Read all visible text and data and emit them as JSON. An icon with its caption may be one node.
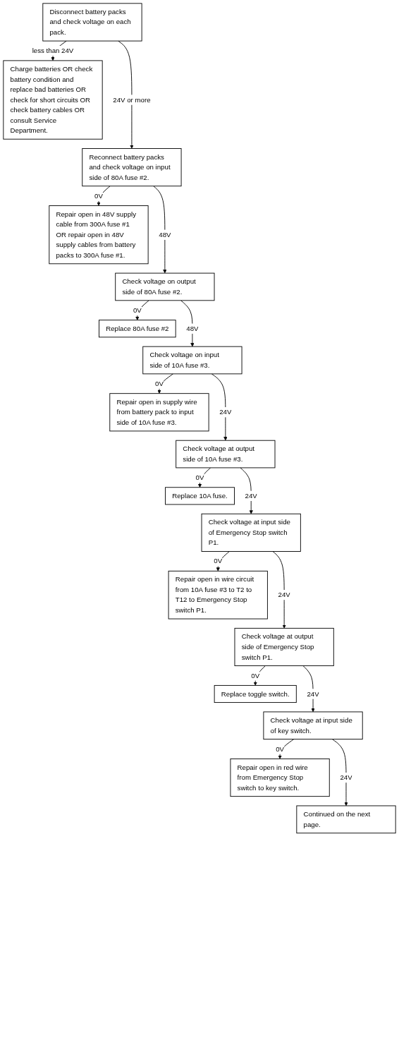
{
  "diagram": {
    "nodes": [
      {
        "text": [
          "Disconnect battery packs and check voltage on each pack."
        ]
      },
      {
        "text": [
          "Charge batteries OR check battery condition and replace bad batteries OR check for short circuits OR check battery cables OR consult Service Department."
        ]
      },
      {
        "text": [
          "Reconnect battery packs and check voltage on input side of 80A fuse #2."
        ]
      },
      {
        "text": [
          "Repair open in 48V supply cable from 300A fuse #1 OR repair open in 48V supply cables from battery packs to 300A fuse #1."
        ]
      },
      {
        "text": [
          "Check voltage on output side of 80A fuse #2."
        ]
      },
      {
        "text": [
          "Replace 80A fuse #2"
        ]
      },
      {
        "text": [
          "Check voltage on input side of 10A fuse #3."
        ]
      },
      {
        "text": [
          "Repair open in supply wire from battery pack to input side of 10A fuse #3."
        ]
      },
      {
        "text": [
          "Check voltage at output side of 10A fuse #3."
        ]
      },
      {
        "text": [
          "Replace 10A fuse."
        ]
      },
      {
        "text": [
          "Check voltage at input side of Emergency Stop switch P1."
        ]
      },
      {
        "text": [
          "Repair open in wire circuit from 10A fuse #3 to T2 to T12 to Emergency Stop switch P1."
        ]
      },
      {
        "text": [
          "Check voltage at output side of Emergency Stop switch P1."
        ]
      },
      {
        "text": [
          "Replace toggle switch."
        ]
      },
      {
        "text": [
          "Check voltage at input side of key switch."
        ]
      },
      {
        "text": [
          "Repair open in red wire from Emergency Stop switch to key switch."
        ]
      },
      {
        "text": [
          "Continued on the next page."
        ]
      }
    ],
    "edges": [
      {
        "from": 0,
        "to": 1,
        "arrow": "to",
        "label": "less than 24V"
      },
      {
        "from": 0,
        "to": 2,
        "arrow": "to",
        "label": "24V or more"
      },
      {
        "from": 2,
        "to": 3,
        "arrow": "to",
        "label": "0V"
      },
      {
        "from": 2,
        "to": 4,
        "arrow": "to",
        "label": "48V"
      },
      {
        "from": 4,
        "to": 5,
        "arrow": "to",
        "label": "0V"
      },
      {
        "from": 4,
        "to": 6,
        "arrow": "to",
        "label": "48V"
      },
      {
        "from": 6,
        "to": 7,
        "arrow": "to",
        "label": "0V"
      },
      {
        "from": 6,
        "to": 8,
        "arrow": "to",
        "label": "24V"
      },
      {
        "from": 8,
        "to": 9,
        "arrow": "to",
        "label": "0V"
      },
      {
        "from": 8,
        "to": 10,
        "arrow": "to",
        "label": "24V"
      },
      {
        "from": 10,
        "to": 11,
        "arrow": "to",
        "label": "0V"
      },
      {
        "from": 10,
        "to": 12,
        "arrow": "to",
        "label": "24V"
      },
      {
        "from": 12,
        "to": 13,
        "arrow": "to",
        "label": "0V"
      },
      {
        "from": 12,
        "to": 14,
        "arrow": "to",
        "label": "24V"
      },
      {
        "from": 14,
        "to": 15,
        "arrow": "to",
        "label": "0V"
      },
      {
        "from": 14,
        "to": 16,
        "arrow": "to",
        "label": "24V"
      }
    ]
  }
}
